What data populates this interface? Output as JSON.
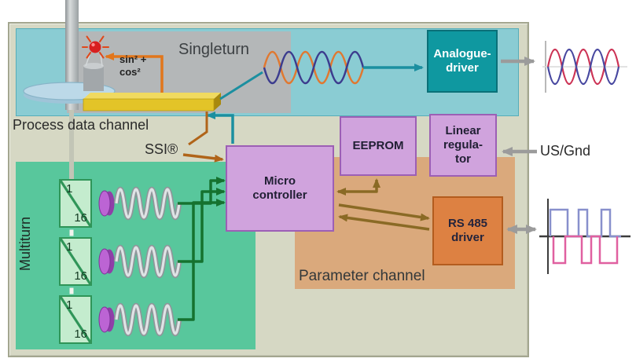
{
  "diagram": {
    "singleturn_label": "Singleturn",
    "process_channel_label": "Process data channel",
    "ssi_label": "SSI®",
    "us_gnd_label": "US/Gnd",
    "parameter_channel_label": "Parameter channel",
    "multiturn_label": "Multiturn",
    "sin_cos": {
      "line1": "sin² +",
      "line2": "cos²"
    },
    "blocks": {
      "analogue_driver": {
        "line1": "Analogue-",
        "line2": "driver"
      },
      "eeprom": {
        "label": "EEPROM"
      },
      "linear_regulator": {
        "line1": "Linear",
        "line2": "regula-",
        "line3": "tor"
      },
      "micro_controller": {
        "line1": "Micro",
        "line2": "controller"
      },
      "rs485_driver": {
        "line1": "RS 485",
        "line2": "driver"
      }
    },
    "gear_stages": [
      {
        "numerator": "1",
        "denominator": "16"
      },
      {
        "numerator": "1",
        "denominator": "16"
      },
      {
        "numerator": "1",
        "denominator": "16"
      }
    ]
  },
  "colors": {
    "frame_bg": "#d6d8c4",
    "frame_border": "#a3a68f",
    "process_channel_bg": "#8accd3",
    "process_channel_border": "#55adb9",
    "sensor_panel_bg": "#b4b7b8",
    "analogue_driver_bg": "#0f98a0",
    "analogue_driver_border": "#0a7078",
    "purple_block_bg": "#d0a3dd",
    "purple_block_border": "#9c5fb5",
    "parameter_channel_bg": "#daa97c",
    "rs485_bg": "#dd8142",
    "rs485_border": "#b35c1e",
    "multiturn_bg": "#58c79c",
    "gear_box_bg": "#c4ecce",
    "gear_box_border": "#2f9558",
    "green_arrow": "#15722f",
    "brown_arrow": "#8a6a25",
    "ssi_arrow": "#b06419",
    "orange_arrow": "#e2761b",
    "teal_arrow": "#1b8fa0",
    "gray_arrow": "#9b9b9b",
    "wave_orange": "#e07830",
    "wave_blue": "#3c3c8e",
    "output_wave_red": "#cc3355",
    "output_wave_blue": "#4848a0",
    "digital_blue": "#8890cc",
    "digital_pink": "#e060a0",
    "text_dark": "#2a2a2a"
  }
}
